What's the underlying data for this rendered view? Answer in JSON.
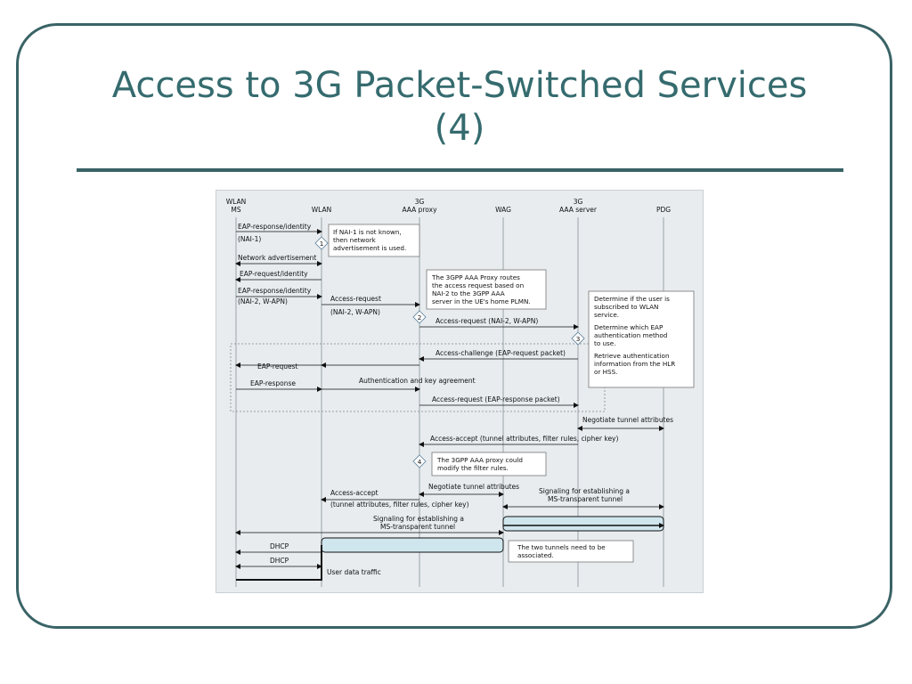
{
  "slide": {
    "title_line1": "Access to 3G Packet-Switched Services",
    "title_line2": "(4)"
  },
  "diagram": {
    "columns": {
      "wlan_ms": [
        "WLAN",
        "MS"
      ],
      "wlan": [
        "WLAN"
      ],
      "aaa_proxy": [
        "3G",
        "AAA proxy"
      ],
      "wag": [
        "WAG"
      ],
      "aaa_server": [
        "3G",
        "AAA server"
      ],
      "pdg": [
        "PDG"
      ]
    },
    "messages": {
      "eap_resp_id_1": "EAP-response/identity",
      "nai1": "(NAI-1)",
      "network_adv": "Network advertisement",
      "eap_req_id": "EAP-request/identity",
      "eap_resp_id_2": "EAP-response/identity",
      "nai2_wapn_1": "(NAI-2, W-APN)",
      "access_request_1": "Access-request",
      "nai2_wapn_2": "(NAI-2, W-APN)",
      "access_request_2": "Access-request (NAI-2, W-APN)",
      "access_challenge": "Access-challenge (EAP-request packet)",
      "eap_request": "EAP-request",
      "eap_response": "EAP-response",
      "auth_key": "Authentication and key agreement",
      "access_request_3": "Access-request (EAP-response packet)",
      "negotiate_1": "Negotiate tunnel attributes",
      "access_accept_1": "Access-accept (tunnel attributes, filter rules, cipher key)",
      "negotiate_2": "Negotiate tunnel attributes",
      "access_accept_2": "Access-accept",
      "access_accept_2b": "(tunnel attributes, filter rules, cipher key)",
      "signaling_1a": "Signaling for establishing a",
      "signaling_1b": "MS-transparent tunnel",
      "signaling_2a": "Signaling for establishing a",
      "signaling_2b": "MS-transparent tunnel",
      "dhcp_1": "DHCP",
      "dhcp_2": "DHCP",
      "user_data": "User data traffic"
    },
    "notes": {
      "note1": [
        "If NAI-1 is not known,",
        "then network",
        "advertisement is used."
      ],
      "note2": [
        "The 3GPP AAA Proxy routes",
        "the access request based on",
        "NAI-2 to the 3GPP AAA",
        "server in the UE's home PLMN."
      ],
      "note3": [
        "Determine if the user is",
        "subscribed to WLAN",
        "service.",
        "",
        "Determine which EAP",
        "authentication method",
        "to use.",
        "",
        "Retrieve authentication",
        "information from the HLR",
        "or HSS."
      ],
      "note4": [
        "The 3GPP AAA proxy could",
        "modify the filter rules."
      ],
      "note5": [
        "The two tunnels need to be",
        "associated."
      ]
    },
    "steps": {
      "s1": "1",
      "s2": "2",
      "s3": "3",
      "s4": "4"
    },
    "colors": {
      "tunnel_fill": "#cfe6ee",
      "background": "#e8ecef",
      "line": "#111111",
      "lifeline": "#9aa3a8"
    }
  }
}
